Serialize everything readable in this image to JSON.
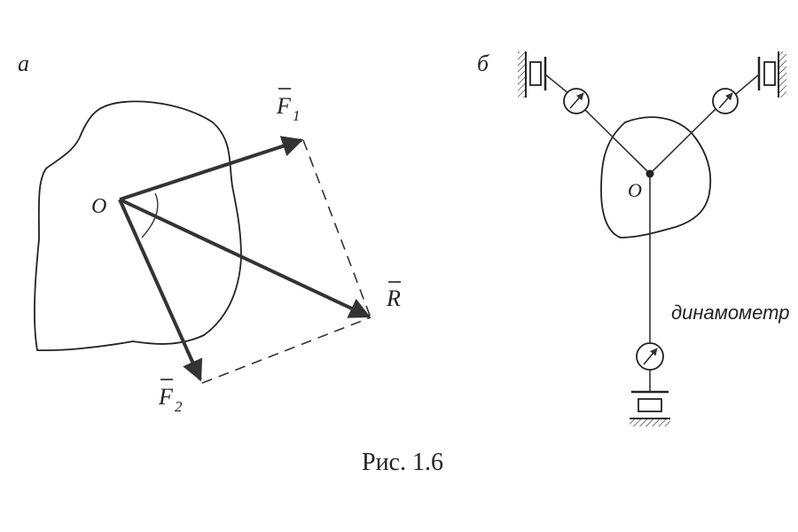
{
  "panel_a": {
    "label": "а",
    "origin": "O",
    "force1": {
      "symbol": "F",
      "subscript": "1"
    },
    "force2": {
      "symbol": "F",
      "subscript": "2"
    },
    "resultant": {
      "symbol": "R"
    }
  },
  "panel_b": {
    "label": "б",
    "origin": "O",
    "dynamometer_label": "динамометр"
  },
  "caption": "Рис. 1.6",
  "colors": {
    "ink": "#222222",
    "paper": "#ffffff",
    "arrow": "#333333"
  }
}
